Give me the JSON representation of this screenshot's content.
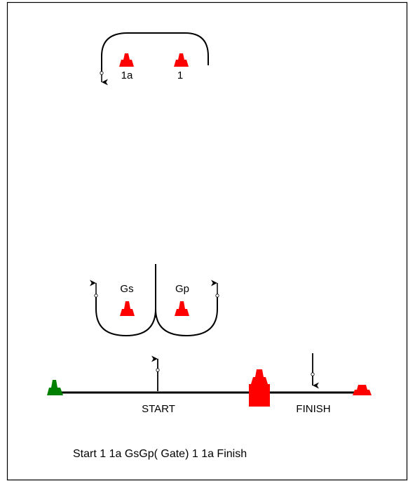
{
  "colors": {
    "cone": "#ff0000",
    "start_marker": "#008000",
    "line": "#000000",
    "background": "#ffffff"
  },
  "labels": {
    "cone_1a": "1a",
    "cone_1": "1",
    "cone_gs": "Gs",
    "cone_gp": "Gp",
    "start": "START",
    "finish": "FINISH"
  },
  "caption": "Start 1 1a GsGp( Gate) 1 1a Finish"
}
